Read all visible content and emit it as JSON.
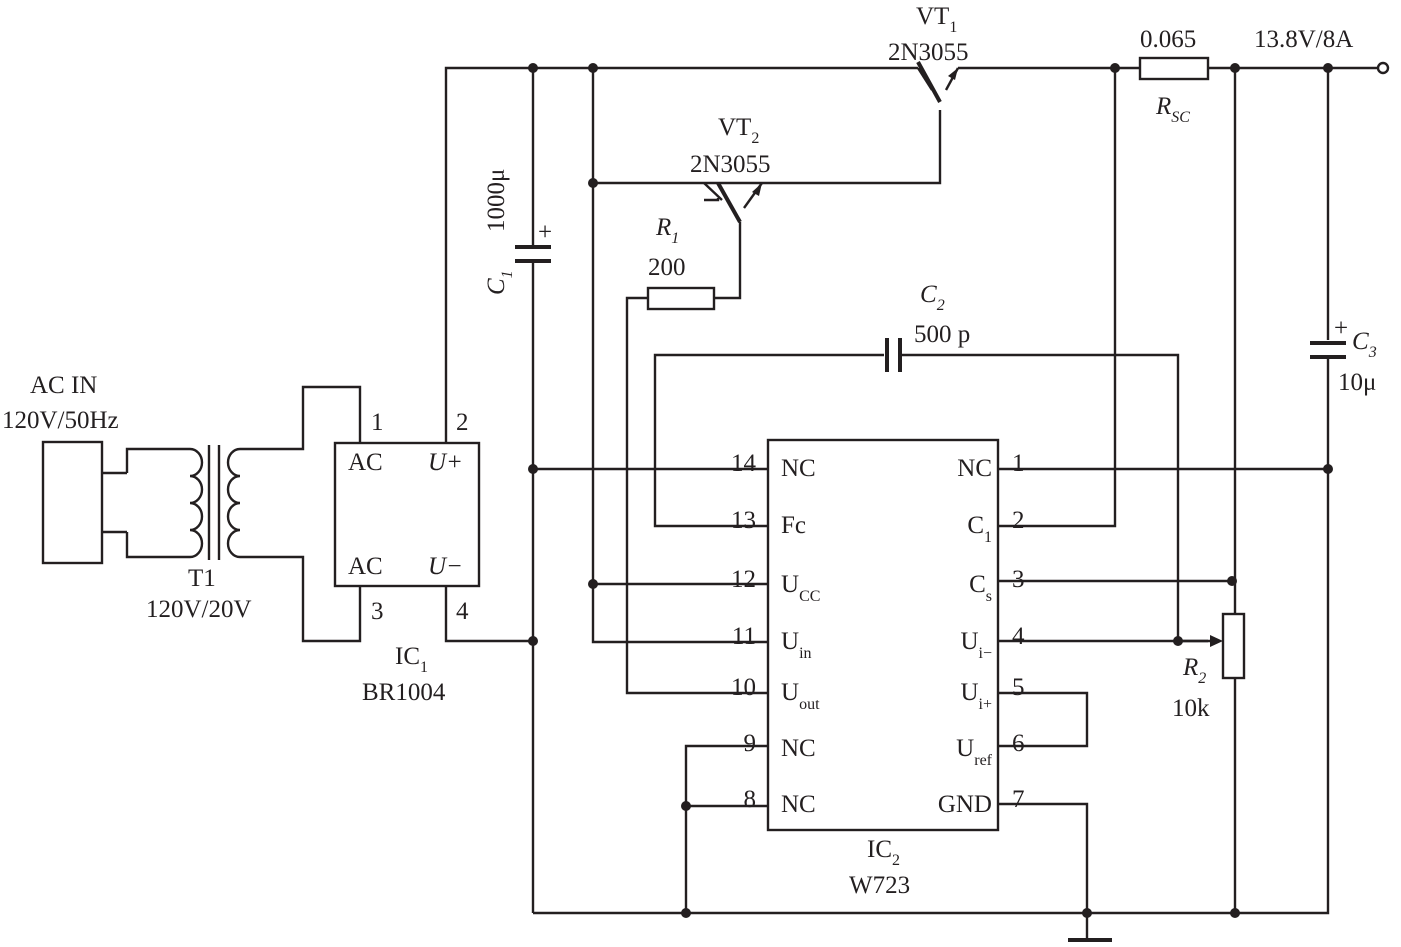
{
  "colors": {
    "ink": "#231f20",
    "background": "#ffffff"
  },
  "ac_source": {
    "label": "AC IN",
    "rating": "120V/50Hz"
  },
  "transformer": {
    "name": "T1",
    "ratio": "120V/20V"
  },
  "bridge": {
    "ref_main": "IC",
    "ref_sub": "1",
    "part": "BR1004",
    "pins": {
      "p1": "1",
      "p2": "2",
      "p3": "3",
      "p4": "4"
    },
    "ac_top": "AC",
    "ac_bottom": "AC",
    "u_plus": "U+",
    "u_minus": "U−"
  },
  "c1": {
    "name": "C",
    "sub": "1",
    "value": "1000μ",
    "plus": "+"
  },
  "vt1": {
    "name": "VT",
    "sub": "1",
    "part": "2N3055"
  },
  "vt2": {
    "name": "VT",
    "sub": "2",
    "part": "2N3055"
  },
  "r1": {
    "name": "R",
    "sub": "1",
    "value": "200"
  },
  "rsc": {
    "name": "R",
    "sub": "SC",
    "value": "0.065"
  },
  "output": {
    "label": "13.8V/8A"
  },
  "c2": {
    "name": "C",
    "sub": "2",
    "value": "500 p"
  },
  "c3": {
    "name": "C",
    "sub": "3",
    "value": "10μ",
    "plus": "+"
  },
  "r2": {
    "name": "R",
    "sub": "2",
    "value": "10k"
  },
  "ic2": {
    "ref_main": "IC",
    "ref_sub": "2",
    "part": "W723",
    "left_pins": [
      {
        "num": "14",
        "name": "NC",
        "sub": ""
      },
      {
        "num": "13",
        "name": "Fc",
        "sub": ""
      },
      {
        "num": "12",
        "name": "U",
        "sub": "CC"
      },
      {
        "num": "11",
        "name": "U",
        "sub": "in"
      },
      {
        "num": "10",
        "name": "U",
        "sub": "out"
      },
      {
        "num": "9",
        "name": "NC",
        "sub": ""
      },
      {
        "num": "8",
        "name": "NC",
        "sub": ""
      }
    ],
    "right_pins": [
      {
        "num": "1",
        "name": "NC",
        "sub": ""
      },
      {
        "num": "2",
        "name": "C",
        "sub": "1"
      },
      {
        "num": "3",
        "name": "C",
        "sub": "s"
      },
      {
        "num": "4",
        "name": "U",
        "sub": "i−"
      },
      {
        "num": "5",
        "name": "U",
        "sub": "i+"
      },
      {
        "num": "6",
        "name": "U",
        "sub": "ref"
      },
      {
        "num": "7",
        "name": "GND",
        "sub": ""
      }
    ]
  }
}
